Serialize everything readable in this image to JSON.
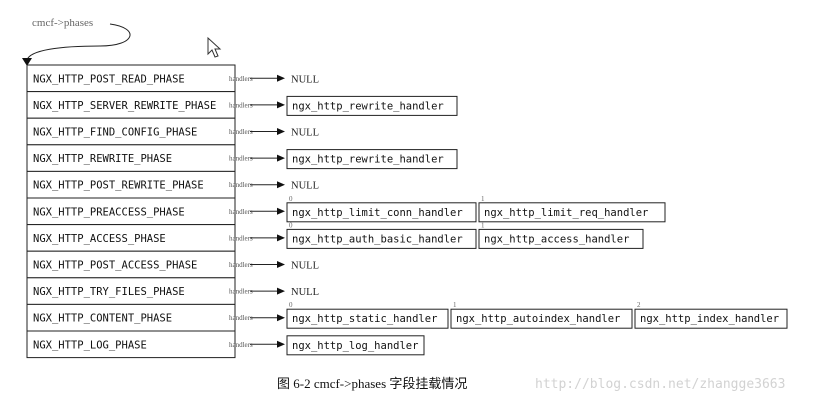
{
  "top_label": "cmcf->phases",
  "phases": [
    {
      "name": "NGX_HTTP_POST_READ_PHASE",
      "handlers": []
    },
    {
      "name": "NGX_HTTP_SERVER_REWRITE_PHASE",
      "handlers": [
        "ngx_http_rewrite_handler"
      ]
    },
    {
      "name": "NGX_HTTP_FIND_CONFIG_PHASE",
      "handlers": []
    },
    {
      "name": "NGX_HTTP_REWRITE_PHASE",
      "handlers": [
        "ngx_http_rewrite_handler"
      ]
    },
    {
      "name": "NGX_HTTP_POST_REWRITE_PHASE",
      "handlers": []
    },
    {
      "name": "NGX_HTTP_PREACCESS_PHASE",
      "handlers": [
        "ngx_http_limit_conn_handler",
        "ngx_http_limit_req_handler"
      ]
    },
    {
      "name": "NGX_HTTP_ACCESS_PHASE",
      "handlers": [
        "ngx_http_auth_basic_handler",
        "ngx_http_access_handler"
      ]
    },
    {
      "name": "NGX_HTTP_POST_ACCESS_PHASE",
      "handlers": []
    },
    {
      "name": "NGX_HTTP_TRY_FILES_PHASE",
      "handlers": []
    },
    {
      "name": "NGX_HTTP_CONTENT_PHASE",
      "handlers": [
        "ngx_http_static_handler",
        "ngx_http_autoindex_handler",
        "ngx_http_index_handler"
      ]
    },
    {
      "name": "NGX_HTTP_LOG_PHASE",
      "handlers": [
        "ngx_http_log_handler"
      ]
    }
  ],
  "handlers_label": "handlers",
  "null_label": "NULL",
  "caption": "图 6-2    cmcf->phases 字段挂载情况",
  "watermark": "http://blog.csdn.net/zhangge3663"
}
